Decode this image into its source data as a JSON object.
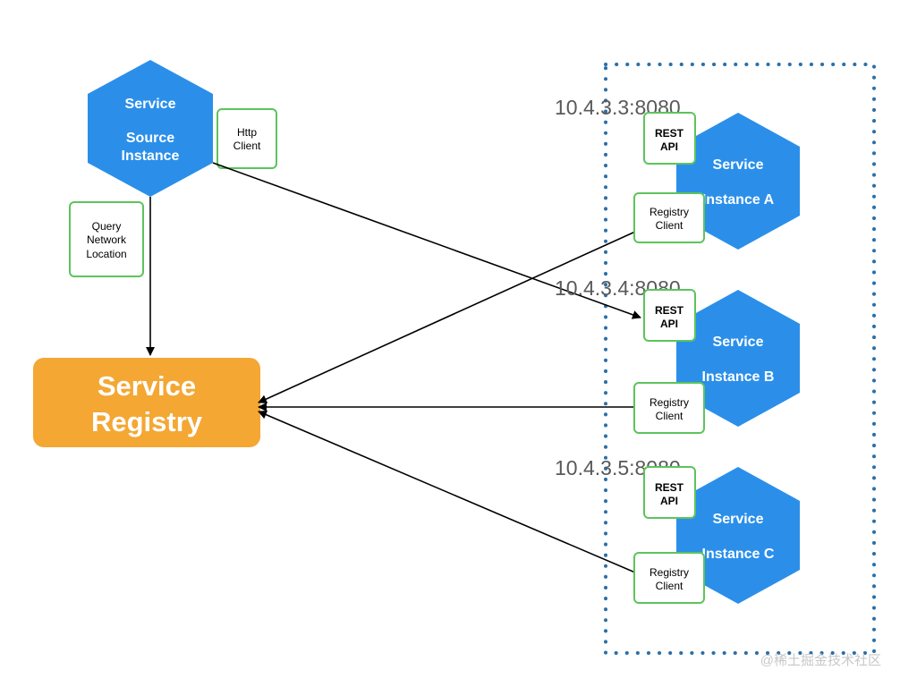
{
  "colors": {
    "hexagon": "#2b8fea",
    "registry": "#f4a733",
    "box_border": "#5cc45c",
    "dotted_border": "#2a6fa8",
    "ip_text": "#595959",
    "arrow": "#000000"
  },
  "source": {
    "line1": "Service",
    "line2": "Source",
    "line3": "Instance"
  },
  "http_client": {
    "line1": "Http",
    "line2": "Client"
  },
  "query_box": {
    "line1": "Query",
    "line2": "Network",
    "line3": "Location"
  },
  "registry": {
    "line1": "Service",
    "line2": "Registry"
  },
  "instances": [
    {
      "ip": "10.4.3.3:8080",
      "line1": "Service",
      "line2": "Instance A",
      "rest_line1": "REST",
      "rest_line2": "API",
      "client_line1": "Registry",
      "client_line2": "Client"
    },
    {
      "ip": "10.4.3.4:8080",
      "line1": "Service",
      "line2": "Instance B",
      "rest_line1": "REST",
      "rest_line2": "API",
      "client_line1": "Registry",
      "client_line2": "Client"
    },
    {
      "ip": "10.4.3.5:8080",
      "line1": "Service",
      "line2": "Instance C",
      "rest_line1": "REST",
      "rest_line2": "API",
      "client_line1": "Registry",
      "client_line2": "Client"
    }
  ],
  "watermark": "@稀土掘金技术社区"
}
